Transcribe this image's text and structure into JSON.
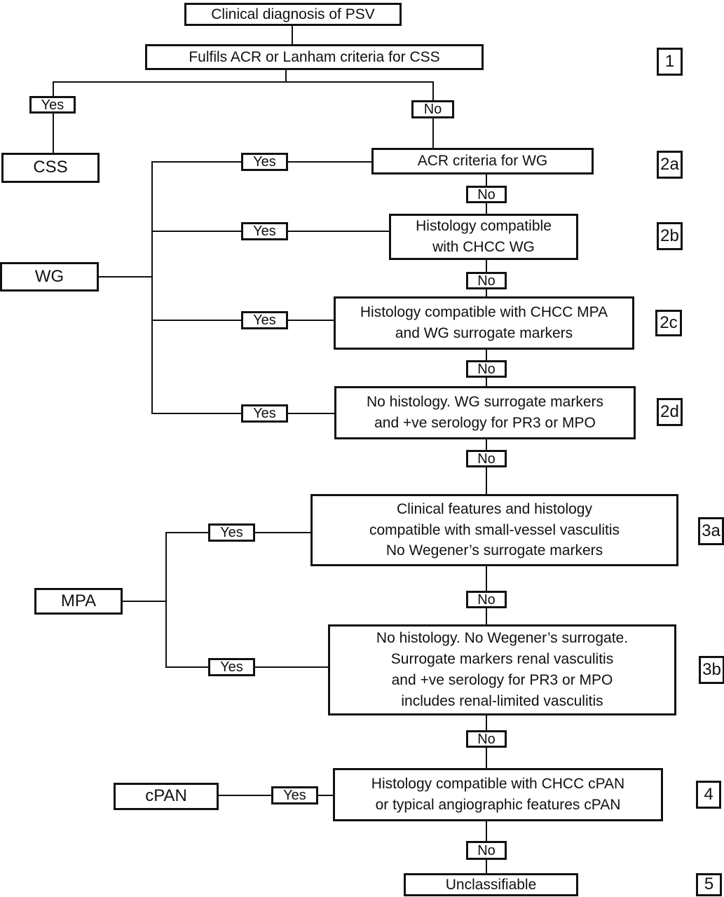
{
  "flowchart": {
    "yes_label": "Yes",
    "no_label": "No",
    "nodes": {
      "clinical_diagnosis": "Clinical diagnosis of PSV",
      "fulfils_criteria": "Fulfils ACR or Lanham criteria for CSS",
      "css": "CSS",
      "wg": "WG",
      "mpa": "MPA",
      "cpan": "cPAN",
      "acr_wg": "ACR criteria for WG",
      "histology_chcc_wg": "Histology compatible\nwith CHCC WG",
      "histology_chcc_mpa": "Histology compatible with CHCC MPA\nand WG surrogate markers",
      "no_histology_wg_markers": "No histology. WG surrogate markers\nand +ve serology for PR3 or MPO",
      "clinical_small_vessel": "Clinical features and histology\ncompatible with small-vessel vasculitis\nNo Wegener’s surrogate markers",
      "no_histology_renal": "No histology. No Wegener’s surrogate.\nSurrogate markers renal vasculitis\nand +ve serology for PR3 or MPO\nincludes renal-limited vasculitis",
      "histology_cpan": "Histology compatible with CHCC cPAN\nor typical angiographic features cPAN",
      "unclassifiable": "Unclassifiable"
    },
    "step_labels": {
      "s1": "1",
      "s2a": "2a",
      "s2b": "2b",
      "s2c": "2c",
      "s2d": "2d",
      "s3a": "3a",
      "s3b": "3b",
      "s4": "4",
      "s5": "5"
    },
    "colors": {
      "line": "#111111",
      "background": "#ffffff",
      "text": "#111111"
    }
  }
}
